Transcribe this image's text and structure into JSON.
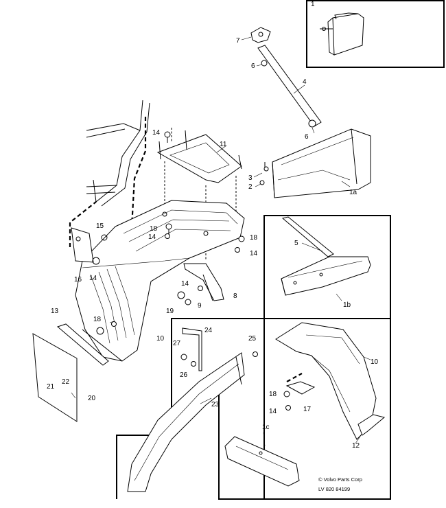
{
  "callouts": {
    "c1": "1",
    "c1a": "1a",
    "c1b": "1b",
    "c1c": "1c",
    "c2": "2",
    "c3": "3",
    "c4": "4",
    "c5": "5",
    "c6a": "6",
    "c6b": "6",
    "c7": "7",
    "c8": "8",
    "c9": "9",
    "c10a": "10",
    "c10b": "10",
    "c11": "11",
    "c12": "12",
    "c13": "13",
    "c14a": "14",
    "c14b": "14",
    "c14c": "14",
    "c14d": "14",
    "c14e": "14",
    "c14f": "14",
    "c15": "15",
    "c16": "16",
    "c17": "17",
    "c18a": "18",
    "c18b": "18",
    "c18c": "18",
    "c18d": "18",
    "c19": "19",
    "c20": "20",
    "c21": "21",
    "c22": "22",
    "c23": "23",
    "c24": "24",
    "c25": "25",
    "c26": "26",
    "c27": "27"
  },
  "footer": {
    "copyright": "© Volvo Parts Corp",
    "ref": "LV 820 84199"
  }
}
